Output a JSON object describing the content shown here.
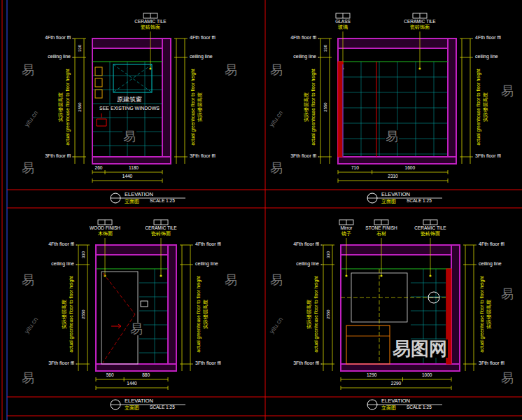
{
  "diagram": {
    "labels": [
      "4Fth floor ffl",
      "ceiling line",
      "3Fth floor ffl",
      "4Fth floor ffl",
      "ceiling line",
      "3Fth floor ffl",
      "actual greenhouse floor to floor height",
      "实际楼层高度",
      "actual greenhouse floor to floor height",
      "实际楼层高度",
      "ELEVATION",
      "立面图",
      "SCALE 1:25",
      "330",
      "2550",
      "CERAMIC TILE",
      "瓷砖饰面",
      "原建筑窗",
      "SEE EXISTING WINDOWS",
      "260",
      "1180",
      "1440",
      "4Fth floor ffl",
      "ceiling line",
      "3Fth floor ffl",
      "4Fth floor ffl",
      "ceiling line",
      "3Fth floor ffl",
      "actual greenhouse floor to floor height",
      "实际楼层高度",
      "actual greenhouse floor to floor height",
      "实际楼层高度",
      "ELEVATION",
      "立面图",
      "SCALE 1:25",
      "330",
      "2550",
      "GLASS",
      "玻璃",
      "CERAMIC TILE",
      "瓷砖饰面",
      "710",
      "1600",
      "2310",
      "4Fth floor ffl",
      "ceiling line",
      "3Fth floor ffl",
      "4Fth floor ffl",
      "ceiling line",
      "3Fth floor ffl",
      "actual greenhouse floor to floor height",
      "实际楼层高度",
      "actual greenhouse floor to floor height",
      "实际楼层高度",
      "ELEVATION",
      "立面图",
      "SCALE 1:25",
      "330",
      "2550",
      "WOOD FINISH",
      "木饰面",
      "CERAMIC TILE",
      "瓷砖饰面",
      "560",
      "880",
      "1440",
      "4Fth floor ffl",
      "ceiling line",
      "3Fth floor ffl",
      "4Fth floor ffl",
      "ceiling line",
      "3Fth floor ffl",
      "actual greenhouse floor to floor height",
      "实际楼层高度",
      "actual greenhouse floor to floor height",
      "实际楼层高度",
      "ELEVATION",
      "立面图",
      "SCALE 1:25",
      "330",
      "2550",
      "Mirror",
      "镜子",
      "STONE FINISH",
      "石材",
      "CERAMIC TILE",
      "瓷砖饰面",
      "1290",
      "1000",
      "2290",
      "易",
      "易",
      "易",
      "易",
      "易",
      "易",
      "易",
      "易",
      "易",
      "易",
      "易",
      "易",
      "易",
      "易",
      "易",
      "yitu.cn",
      "yitu.cn",
      "yitu.cn",
      "yitu.cn",
      "易图网"
    ]
  }
}
